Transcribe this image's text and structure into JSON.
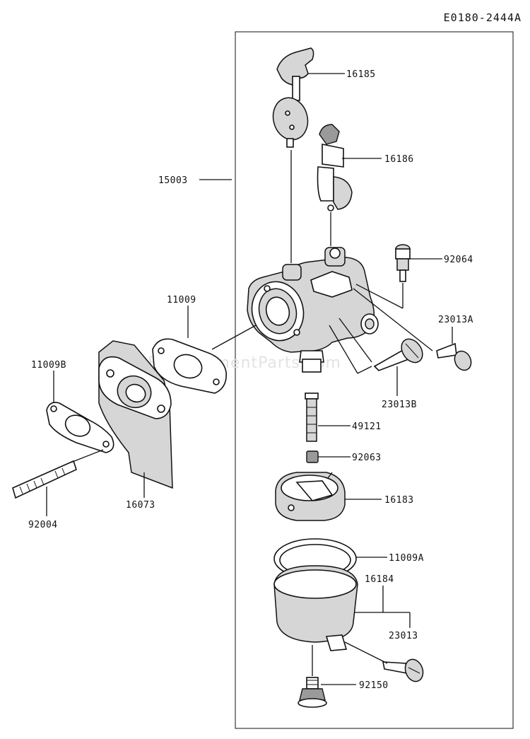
{
  "drawing_code": "E0180-2444A",
  "watermark": "eReplacementParts.com",
  "parts": [
    {
      "id": "p16185",
      "number": "16185"
    },
    {
      "id": "p16186",
      "number": "16186"
    },
    {
      "id": "p15003",
      "number": "15003"
    },
    {
      "id": "p92064",
      "number": "92064"
    },
    {
      "id": "p11009",
      "number": "11009"
    },
    {
      "id": "p23013A",
      "number": "23013A"
    },
    {
      "id": "p11009B",
      "number": "11009B"
    },
    {
      "id": "p23013B",
      "number": "23013B"
    },
    {
      "id": "p49121",
      "number": "49121"
    },
    {
      "id": "p92063",
      "number": "92063"
    },
    {
      "id": "p16073",
      "number": "16073"
    },
    {
      "id": "p92004",
      "number": "92004"
    },
    {
      "id": "p16183",
      "number": "16183"
    },
    {
      "id": "p11009A",
      "number": "11009A"
    },
    {
      "id": "p16184",
      "number": "16184"
    },
    {
      "id": "p23013",
      "number": "23013"
    },
    {
      "id": "p92150",
      "number": "92150"
    }
  ]
}
